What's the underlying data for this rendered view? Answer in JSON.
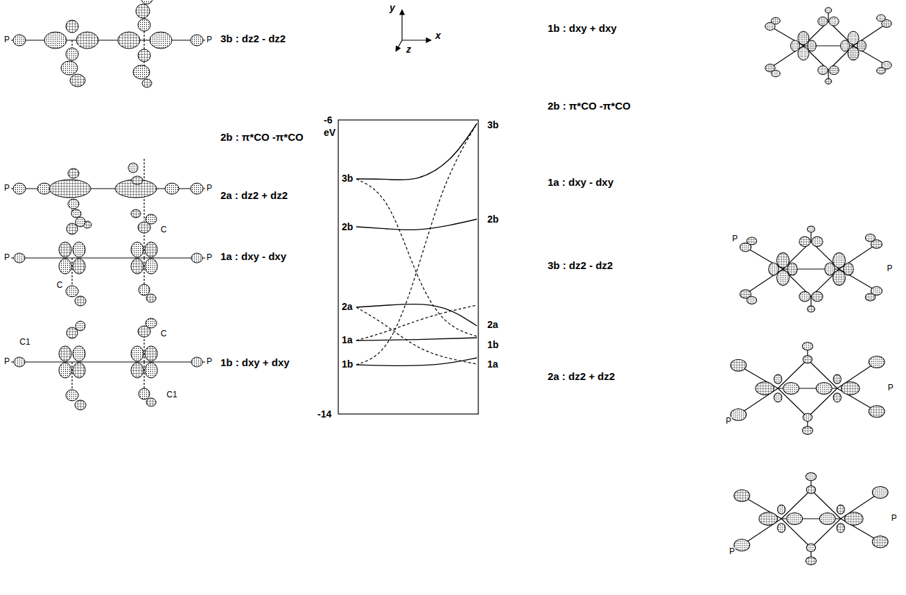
{
  "diagram": {
    "labels": [
      "3b : dz2 - dz2",
      "2b : π*CO -π*CO",
      "2a : dz2 + dz2",
      "1a : dxy - dxy",
      "1b : dxy + dxy",
      "1b : dxy + dxy",
      "2b : π*CO -π*CO",
      "1a : dxy - dxy",
      "3b : dz2 - dz2",
      "2a : dz2 + dz2",
      "y",
      "x",
      "z",
      "-6",
      "eV",
      "-14",
      "3b",
      "2b",
      "2a",
      "1a",
      "1b",
      "3b",
      "2b",
      "2a",
      "1b",
      "1a",
      "P",
      "P",
      "P",
      "P",
      "P",
      "P",
      "C",
      "C",
      "C1",
      "P",
      "P",
      "C1",
      "C",
      "P",
      "P",
      "P",
      "P",
      "P",
      "P"
    ]
  }
}
